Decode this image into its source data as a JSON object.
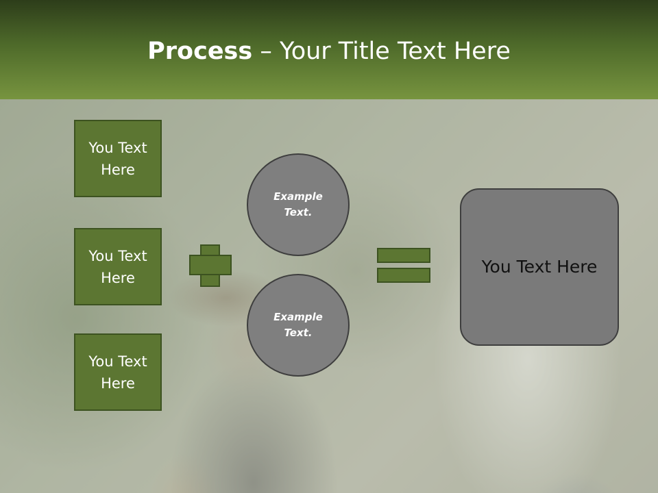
{
  "slide": {
    "title_bold": "Process",
    "title_rest": " – Your Title Text Here"
  },
  "left_boxes": [
    {
      "text": "You Text Here"
    },
    {
      "text": "You Text Here"
    },
    {
      "text": "You Text Here"
    }
  ],
  "circles": [
    {
      "text": "Example Text."
    },
    {
      "text": "Example Text."
    }
  ],
  "result_box": {
    "text": "You Text Here"
  },
  "colors": {
    "header_dark": "#2d3d1a",
    "header_light": "#77943f",
    "box_green": "#5c7632",
    "box_border": "#3c5220",
    "circle_gray": "#7f7f7f",
    "result_gray": "#7a7a7a"
  },
  "icons": {
    "plus": "plus-icon",
    "equals": "equals-icon"
  }
}
